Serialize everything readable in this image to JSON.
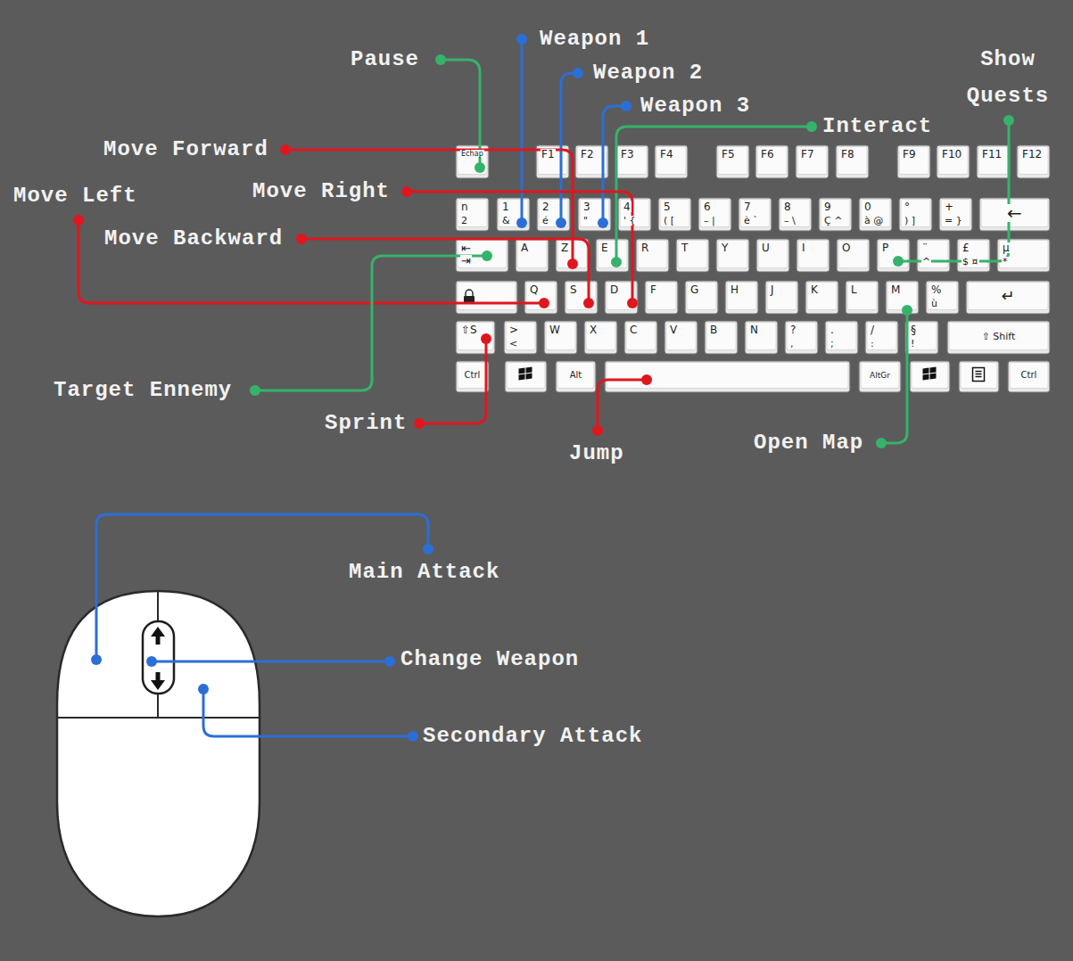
{
  "diagram": {
    "nodes": [
      {
        "text": [
          "Echap"
        ]
      },
      {
        "text": [
          "F1"
        ]
      },
      {
        "text": [
          "F2"
        ]
      },
      {
        "text": [
          "F3"
        ]
      },
      {
        "text": [
          "F4"
        ]
      },
      {
        "text": [
          "F5"
        ]
      },
      {
        "text": [
          "F6"
        ]
      },
      {
        "text": [
          "F7"
        ]
      },
      {
        "text": [
          "F8"
        ]
      },
      {
        "text": [
          "F9"
        ]
      },
      {
        "text": [
          "F10"
        ]
      },
      {
        "text": [
          "F11"
        ]
      },
      {
        "text": [
          "F12"
        ]
      },
      {
        "text": [
          "n",
          "2"
        ]
      },
      {
        "text": [
          "1",
          "&"
        ]
      },
      {
        "text": [
          "2",
          "é"
        ]
      },
      {
        "text": [
          "3",
          "\""
        ]
      },
      {
        "text": [
          "4",
          "' {"
        ]
      },
      {
        "text": [
          "5",
          "( ["
        ]
      },
      {
        "text": [
          "6",
          "– |"
        ]
      },
      {
        "text": [
          "7",
          "è `"
        ]
      },
      {
        "text": [
          "8",
          "– \\"
        ]
      },
      {
        "text": [
          "9",
          "Ç ^"
        ]
      },
      {
        "text": [
          "0",
          "à @"
        ]
      },
      {
        "text": [
          "°",
          ") ]"
        ]
      },
      {
        "text": [
          "+",
          "= }"
        ]
      },
      {
        "text": [
          "←"
        ]
      },
      {
        "text": [
          "⇤",
          "⇥"
        ]
      },
      {
        "text": [
          "A"
        ]
      },
      {
        "text": [
          "Z"
        ]
      },
      {
        "text": [
          "E"
        ]
      },
      {
        "text": [
          "R"
        ]
      },
      {
        "text": [
          "T"
        ]
      },
      {
        "text": [
          "Y"
        ]
      },
      {
        "text": [
          "U"
        ]
      },
      {
        "text": [
          "I"
        ]
      },
      {
        "text": [
          "O"
        ]
      },
      {
        "text": [
          "P"
        ]
      },
      {
        "text": [
          "¨",
          "^"
        ]
      },
      {
        "text": [
          "£",
          "$ ¤"
        ]
      },
      {
        "text": [
          "µ",
          "*"
        ]
      },
      {
        "text": [
          "Q"
        ]
      },
      {
        "text": [
          "S"
        ]
      },
      {
        "text": [
          "D"
        ]
      },
      {
        "text": [
          "F"
        ]
      },
      {
        "text": [
          "G"
        ]
      },
      {
        "text": [
          "H"
        ]
      },
      {
        "text": [
          "J"
        ]
      },
      {
        "text": [
          "K"
        ]
      },
      {
        "text": [
          "L"
        ]
      },
      {
        "text": [
          "M"
        ]
      },
      {
        "text": [
          "%",
          "ù"
        ]
      },
      {
        "text": [
          "↵"
        ]
      },
      {
        "text": [
          "⇧S"
        ]
      },
      {
        "text": [
          ">",
          "<"
        ]
      },
      {
        "text": [
          "W"
        ]
      },
      {
        "text": [
          "X"
        ]
      },
      {
        "text": [
          "C"
        ]
      },
      {
        "text": [
          "V"
        ]
      },
      {
        "text": [
          "B"
        ]
      },
      {
        "text": [
          "N"
        ]
      },
      {
        "text": [
          "?",
          ","
        ]
      },
      {
        "text": [
          ".",
          ";"
        ]
      },
      {
        "text": [
          "/",
          ":"
        ]
      },
      {
        "text": [
          "§",
          "!"
        ]
      },
      {
        "text": [
          "⇧ Shift"
        ]
      },
      {
        "text": [
          "Ctrl"
        ]
      },
      {
        "text": [
          "Alt"
        ]
      },
      {
        "text": [
          "AltGr"
        ]
      },
      {
        "text": [
          "Ctrl"
        ]
      }
    ],
    "labels": [
      "Pause",
      "Weapon 1",
      "Weapon 2",
      "Weapon 3",
      "Show Quests",
      "Interact",
      "Move Forward",
      "Move Right",
      "Move Left",
      "Move Backward",
      "Target Ennemy",
      "Sprint",
      "Jump",
      "Open Map",
      "Main Attack",
      "Change Weapon",
      "Secondary Attack"
    ]
  }
}
